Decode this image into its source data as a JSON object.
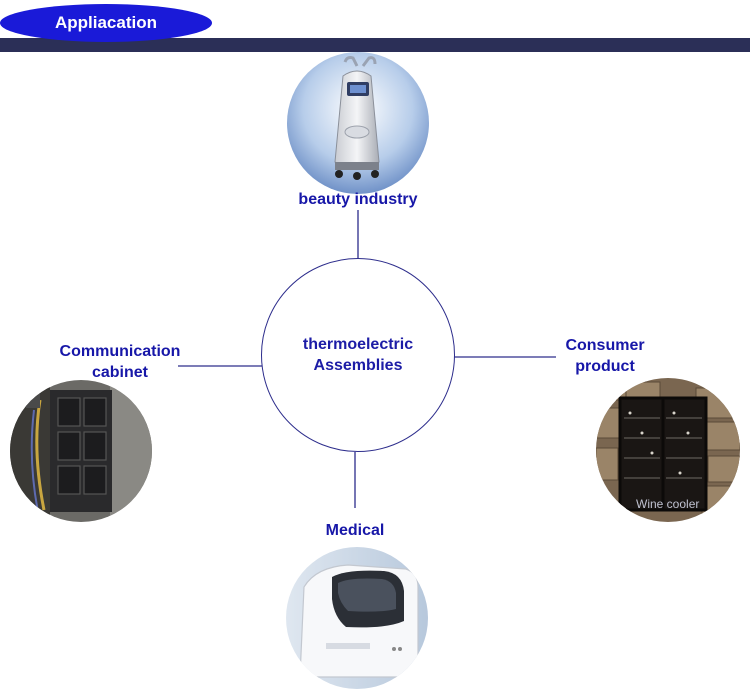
{
  "header": {
    "title": "Appliacation"
  },
  "center": {
    "line1": "thermoelectric",
    "line2": "Assemblies"
  },
  "nodes": {
    "beauty": {
      "label": "beauty industry",
      "icon": "beauty-machine-icon"
    },
    "communication": {
      "line1": "Communication",
      "line2": "cabinet",
      "icon": "communication-cabinet-icon"
    },
    "consumer": {
      "line1": "Consumer",
      "line2": "product",
      "icon": "wine-cooler-icon",
      "photo_caption": "Wine cooler"
    },
    "medical": {
      "label": "Medical",
      "icon": "medical-analyzer-icon"
    }
  },
  "colors": {
    "header_pill": "#1a1ad8",
    "header_bar": "#2b2f57",
    "label_text": "#1717a8",
    "connector": "#2d2d8c"
  }
}
